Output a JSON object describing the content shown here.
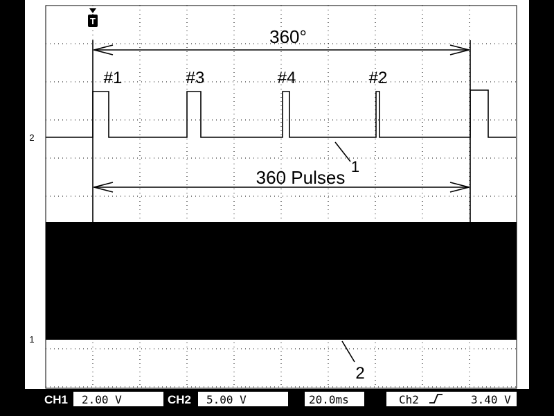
{
  "scope": {
    "trigger_marker": "T",
    "annotations": {
      "cam_cycle_label": "360°",
      "pulse_count_label": "360 Pulses",
      "trace1_callout": "1",
      "trace2_callout": "2",
      "cam_pulses": [
        "#1",
        "#3",
        "#4",
        "#2"
      ]
    },
    "channel_markers": {
      "ch2": "2",
      "ch1": "1"
    },
    "status": {
      "ch1_label": "CH1",
      "ch1_scale": "2.00 V",
      "ch2_label": "CH2",
      "ch2_scale": "5.00 V",
      "timebase": "20.0ms",
      "trigger_source": "Ch2",
      "trigger_slope_icon": "rising-edge-icon",
      "trigger_level": "3.40 V"
    }
  }
}
